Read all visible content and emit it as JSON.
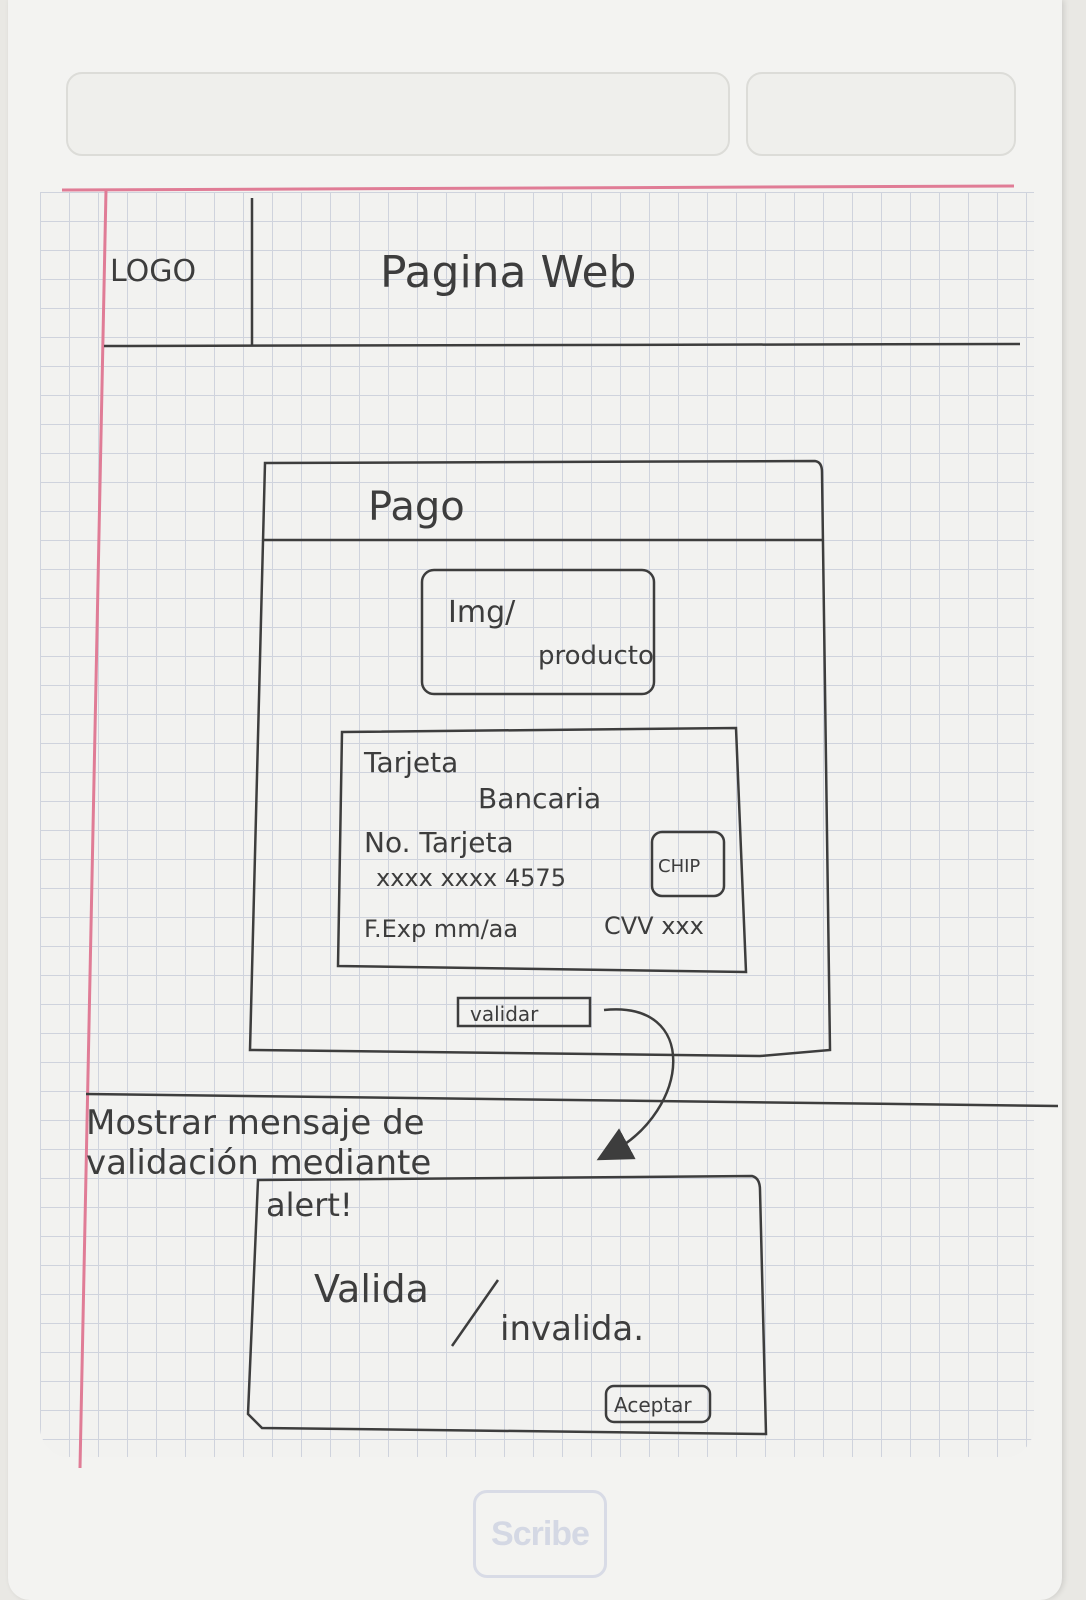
{
  "header": {
    "logo": "LOGO",
    "title": "Pagina Web"
  },
  "payment_panel": {
    "title": "Pago",
    "image_placeholder": {
      "line1": "Img/",
      "line2": "producto"
    },
    "card": {
      "title_line1": "Tarjeta",
      "title_line2": "Bancaria",
      "number_label": "No. Tarjeta",
      "number_value": "xxxx xxxx 4575",
      "chip": "CHIP",
      "expiry": "F.Exp mm/aa",
      "cvv": "CVV xxx"
    },
    "validate_button": "validar"
  },
  "annotation": {
    "line1": "Mostrar mensaje de",
    "line2": "validación mediante",
    "line3": "alert!"
  },
  "alert_box": {
    "valid": "Valida",
    "invalid": "invalida.",
    "accept_button": "Aceptar"
  },
  "branding": {
    "notebook_logo": "Scribe"
  },
  "colors": {
    "margin_line": "#e07c96",
    "pencil": "#3d3d3d",
    "grid": "#cfd3dd"
  }
}
